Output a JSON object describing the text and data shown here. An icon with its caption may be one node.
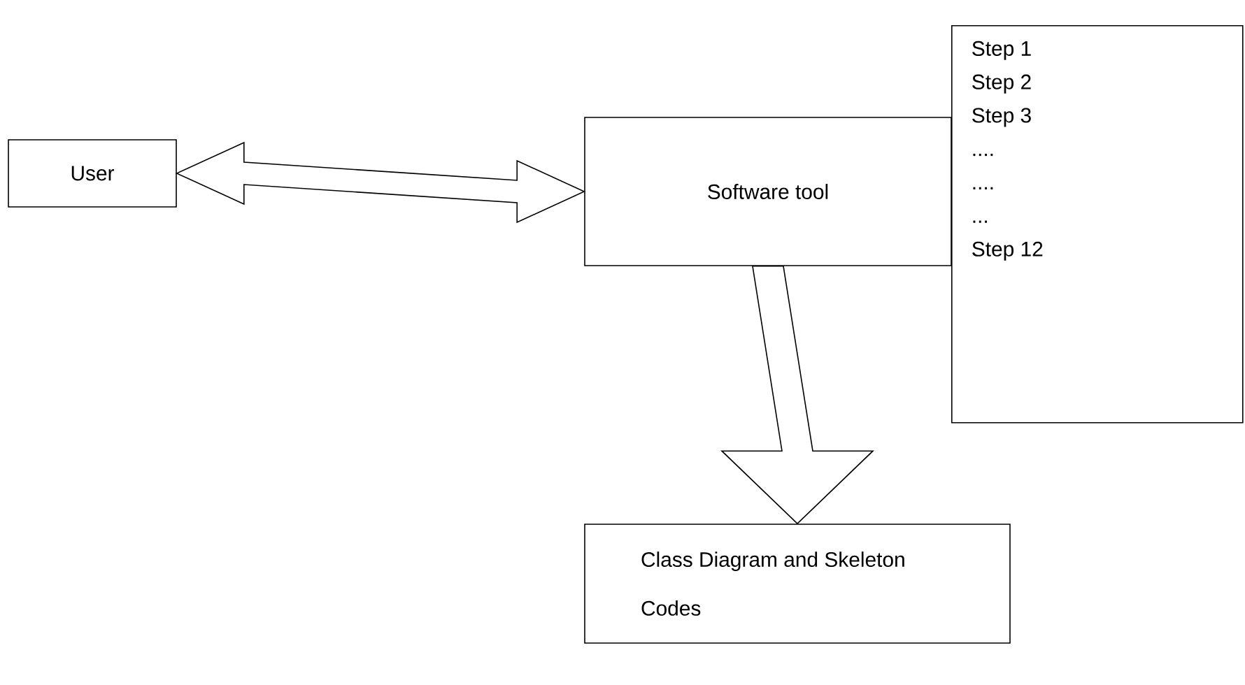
{
  "diagram": {
    "nodes": [
      {
        "text": [
          "User"
        ]
      },
      {
        "text": [
          "Software tool"
        ]
      },
      {
        "text": [
          "Step 1",
          "Step 2",
          "Step 3",
          "....",
          "....",
          "...",
          "Step 12"
        ]
      },
      {
        "text": [
          "Class Diagram and Skeleton Codes"
        ]
      }
    ],
    "edges": [
      {
        "from": 0,
        "to": 1,
        "arrow": "both"
      },
      {
        "from": 1,
        "to": 3,
        "arrow": "to"
      }
    ]
  }
}
